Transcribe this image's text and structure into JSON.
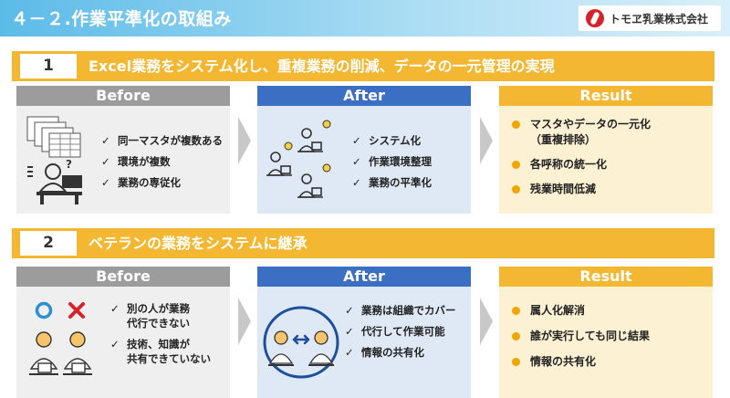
{
  "header": {
    "title": "４－２.作業平準化の取組み",
    "logo_text": "トモヱ乳業株式会社"
  },
  "sections": [
    {
      "num": "1",
      "title": "Excel業務をシステム化し、重複業務の削減、データの一元管理の実現",
      "before": {
        "label": "Before",
        "items": [
          "同一マスタが複数ある",
          "環境が複数",
          "業務の専従化"
        ]
      },
      "after": {
        "label": "After",
        "items": [
          "システム化",
          "作業環境整理",
          "業務の平準化"
        ]
      },
      "result": {
        "label": "Result",
        "items": [
          "マスタやデータの一元化",
          "（重複排除）",
          "各呼称の統一化",
          "残業時間低減"
        ]
      }
    },
    {
      "num": "2",
      "title": "ベテランの業務をシステムに継承",
      "before": {
        "label": "Before",
        "items": [
          "別の人が業務",
          "代行できない",
          "技術、知識が",
          "共有できていない"
        ]
      },
      "after": {
        "label": "After",
        "items": [
          "業務は組織でカバー",
          "代行して作業可能",
          "情報の共有化"
        ]
      },
      "result": {
        "label": "Result",
        "items": [
          "属人化解消",
          "誰が実行しても同じ結果",
          "情報の共有化"
        ]
      }
    }
  ],
  "colors": {
    "accent_orange": "#f4b731",
    "after_blue": "#3b6fc3",
    "before_gray": "#9c9c9c",
    "dot_orange": "#f0a500",
    "mark_red": "#d6232a",
    "circle_blue": "#2a8fd6"
  }
}
